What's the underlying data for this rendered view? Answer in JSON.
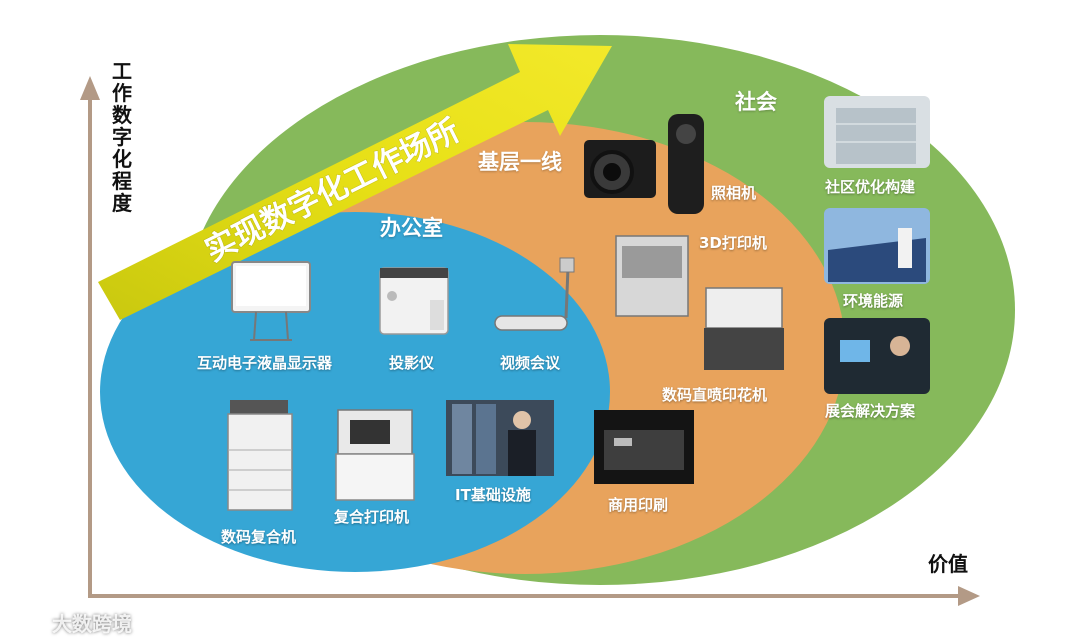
{
  "axes": {
    "y_label": "工作数字化程度",
    "x_label": "价值"
  },
  "banner": {
    "text": "实现数字化工作场所"
  },
  "zones": {
    "office": "办公室",
    "frontline": "基层一线",
    "society": "社会"
  },
  "items": {
    "whiteboard": "互动电子液晶显示器",
    "projector": "投影仪",
    "video_conf": "视频会议",
    "mfp": "数码复合机",
    "printer": "复合打印机",
    "it_infra": "IT基础设施",
    "commercial_print": "商用印刷",
    "camera": "照相机",
    "printer_3d": "3D打印机",
    "dtg_printer": "数码直喷印花机",
    "community": "社区优化构建",
    "energy": "环境能源",
    "exhibition": "展会解决方案"
  },
  "watermark": {
    "text": "大数跨境"
  },
  "colors": {
    "society_green": "#86b95b",
    "frontline_orange": "#e9a45e",
    "office_blue": "#35a7d6",
    "banner_yellow": "#e3db12",
    "axis": "#b39a86"
  }
}
